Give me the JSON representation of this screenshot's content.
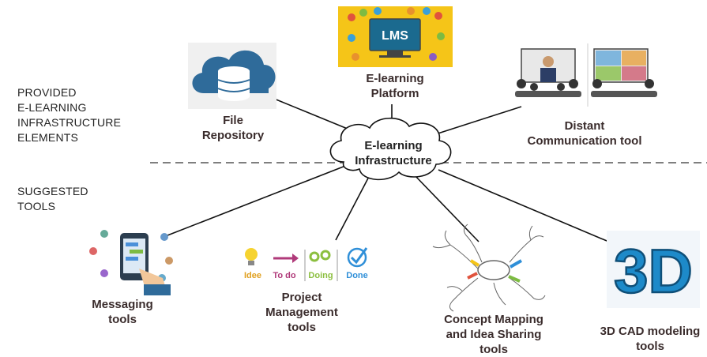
{
  "side_labels": {
    "provided": [
      "PROVIDED",
      "E-LEARNING",
      "INFRASTRUCTURE",
      "ELEMENTS"
    ],
    "suggested": [
      "SUGGESTED",
      "TOOLS"
    ]
  },
  "center": {
    "lines": [
      "E-learning",
      "Infrastructure"
    ]
  },
  "infrastructure": [
    {
      "id": "file",
      "lines": [
        "File",
        "Repository"
      ],
      "icon": "cloud-database-icon"
    },
    {
      "id": "lms",
      "lines": [
        "E-learning",
        "Platform"
      ],
      "icon": "lms-screen-icon",
      "badge": "LMS"
    },
    {
      "id": "comm",
      "lines": [
        "Distant",
        "Communication tool"
      ],
      "icon": "video-conference-icon"
    }
  ],
  "tools": [
    {
      "id": "msg",
      "lines": [
        "Messaging",
        "tools"
      ],
      "icon": "smartphone-chat-icon"
    },
    {
      "id": "pm",
      "lines": [
        "Project",
        "Management",
        "tools"
      ],
      "icon": "kanban-icon",
      "stages": [
        "Idee",
        "To do",
        "Doing",
        "Done"
      ]
    },
    {
      "id": "cm",
      "lines": [
        "Concept Mapping",
        "and Idea Sharing",
        "tools"
      ],
      "icon": "mind-map-icon"
    },
    {
      "id": "cad",
      "lines": [
        "3D CAD modeling",
        "tools"
      ],
      "icon": "3d-cube-icon",
      "badge": "3D"
    }
  ],
  "colors": {
    "label": "#3a2c2c",
    "lms_bg": "#f5c518",
    "cloud_blue": "#2f6b9a",
    "cad_blue": "#1d8ac9",
    "dashes": "#555555"
  }
}
